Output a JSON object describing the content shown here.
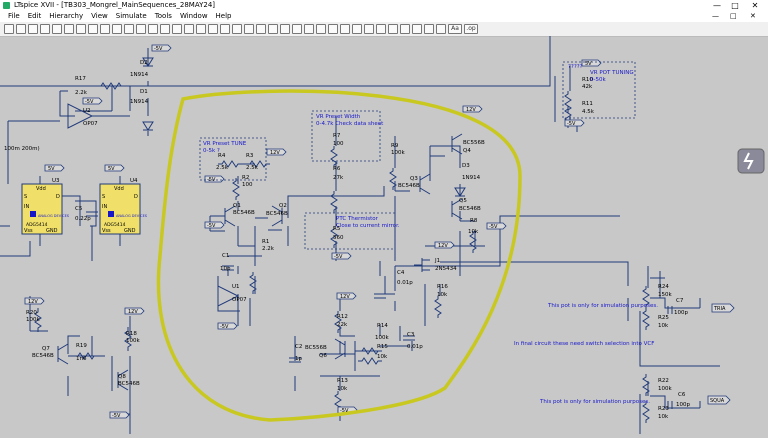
{
  "window": {
    "title": "LTspice XVII - [TB303_Mongrel_MainSequences_28MAY24]",
    "controls": {
      "minimize": "—",
      "maximize": "□",
      "close": "✕"
    }
  },
  "menu": [
    "File",
    "Edit",
    "Hierarchy",
    "View",
    "Simulate",
    "Tools",
    "Window",
    "Help"
  ],
  "toolbar": {
    "icons": [
      "run-icon",
      "stop-icon",
      "save-icon",
      "print-icon",
      "halt-icon",
      "probe-icon",
      "wire-icon",
      "zoom-in-icon",
      "zoom-out-icon",
      "zoom-fit-icon",
      "zoom-area-icon",
      "autorange-icon",
      "tile-icon",
      "cascade-icon",
      "close-icon",
      "binoculars-icon",
      "cut-icon",
      "copy-icon",
      "paste-icon",
      "find-icon",
      "pencil-icon",
      "ground-icon",
      "label-icon",
      "resistor-icon",
      "capacitor-icon",
      "inductor-icon",
      "diode-icon",
      "component-icon",
      "move-icon",
      "drag-icon",
      "hand-icon",
      "undo-icon",
      "redo-icon",
      "rotate-icon",
      "mirror-icon",
      "text-icon",
      "spice-directive-icon"
    ],
    "text_buttons": {
      "text": "Aa",
      "directive": ".op"
    }
  },
  "schematic": {
    "voltages": {
      "neg5": "-5V",
      "pos5": "5V",
      "pos12": "12V"
    },
    "components": {
      "R17": "R17",
      "R17v": "2.2k",
      "D2": "D2",
      "D2v": "1N914",
      "D1": "D1",
      "D1v": "1N914",
      "U2": "U2",
      "U2v": "OP07",
      "U3": "U3",
      "U3v": "ADG5414",
      "U4": "U4",
      "U4v": "ADG5414",
      "C5": "C5",
      "C5v": "0.22p",
      "ramp": "100m 200m)",
      "R20": "R20",
      "R20v": "100k",
      "Q7": "Q7",
      "Q7v": "BC546B",
      "R19": "R19",
      "R19v": "1n6",
      "R18": "R18",
      "R18v": "100k",
      "Q8": "Q8",
      "Q8v": "BC546B",
      "R4": "R4",
      "R4v": "2.5k",
      "R3": "R3",
      "R3v": "2.5k",
      "R2": "R2",
      "R2v": "100",
      "Q1": "Q1",
      "Q1v": "BC546B",
      "Q2": "Q2",
      "Q2v": "BC546B",
      "R1": "R1",
      "R1v": "2.2k",
      "C1": "C1",
      "C1v": "10p",
      "U1": "U1",
      "U1v": "OP07",
      "R7": "R7",
      "R7v": "100",
      "R6": "R6",
      "R6v": "27k",
      "R5": "R5",
      "R5v": "560",
      "R9": "R9",
      "R9v": "100k",
      "Q3": "Q3",
      "Q3v": "BC546B",
      "Q4": "Q4",
      "Q4v": "BC556B",
      "D3": "D3",
      "D3v": "1N914",
      "Q5": "Q5",
      "Q5v": "BC546B",
      "R8": "R8",
      "R8v": "10k",
      "C4": "C4",
      "C4v": "0.01p",
      "J1": "J1",
      "J1v": "2N5434",
      "R16": "R16",
      "R16v": "10k",
      "R12": "R12",
      "R12v": "22k",
      "R14": "R14",
      "R14v": "100k",
      "R15": "R15",
      "R15v": "10k",
      "C3": "C3",
      "C3v": "0.01p",
      "C2": "C2",
      "C2v": "1p",
      "Q6": "Q6",
      "Q6v": "BC556B",
      "R13": "R13",
      "R13v": "10k",
      "R10": "R10",
      "R10v": "42k",
      "R11": "R11",
      "R11v": "4.5k",
      "R24": "R24",
      "R24v": "150k",
      "R25": "R25",
      "R25v": "10k",
      "C7": "C7",
      "C7v": "100p",
      "R22": "R22",
      "R22v": "100k",
      "R23": "R23",
      "R23v": "10k",
      "C6": "C6",
      "C6v": "100p"
    },
    "annotations": {
      "vr_tune_1": "VR Preset TUNE",
      "vr_tune_2": "0-5k ?",
      "vr_width_1": "VR Preset Width",
      "vr_width_2": "0-4.7k Check data sheet",
      "ptc_1": "PTC Thermistor",
      "ptc_2": "Close to current mirror.",
      "vr_pot_1": "VR POT TUNING",
      "vr_pot_2": "0-50k",
      "vr_pot_top": "?????",
      "sim_note_1": "This pot is only for simulation purposes.",
      "switch_note": "In final circuit these need switch selection into VCF",
      "sim_note_2": "This pot is only for simulation purposes."
    },
    "chip_labels": {
      "vdd": "Vdd",
      "s": "S",
      "d": "D",
      "in": "IN",
      "vss": "Vss",
      "gnd": "GND",
      "brand": "ADG5414",
      "logo": "ANALOG DEVICES"
    },
    "net_labels": {
      "triangle": "TRIA",
      "square": "SQUA"
    },
    "colors": {
      "wire": "#203a7a",
      "text": "#1717c8",
      "highlight": "#c8c820",
      "chip": "#f0e06a",
      "background": "#c8c8c8"
    }
  }
}
